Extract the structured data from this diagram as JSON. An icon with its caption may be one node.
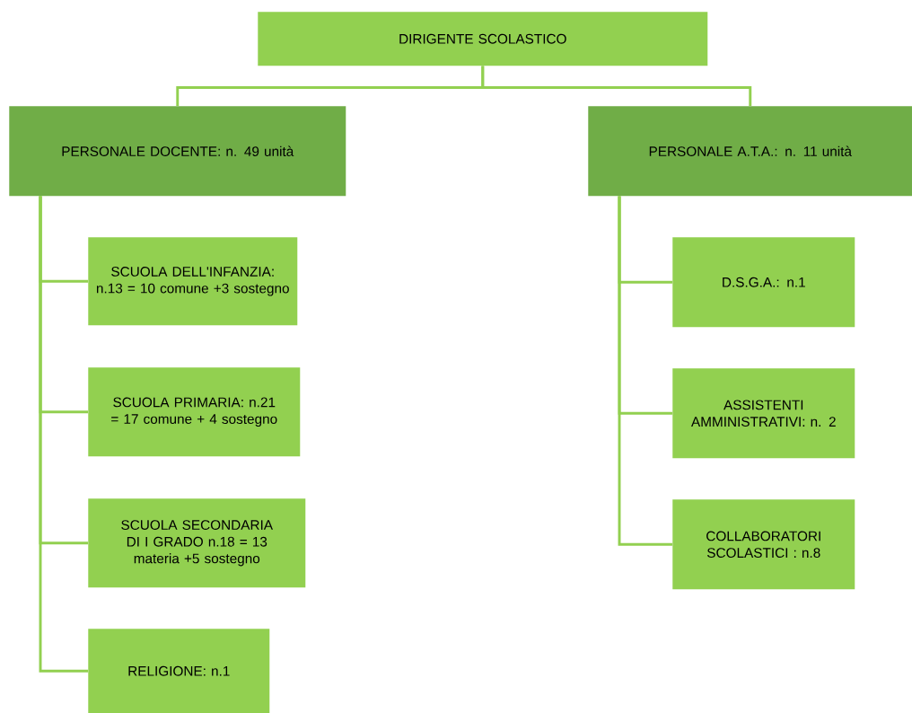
{
  "diagram": {
    "nodes": [
      {
        "text": [
          "DIRIGENTE SCOLASTICO"
        ]
      },
      {
        "text": [
          "PERSONALE DOCENTE: n. 49 unità"
        ]
      },
      {
        "text": [
          "PERSONALE A.T.A.:  n. 11 unità"
        ]
      },
      {
        "text": [
          "SCUOLA DELL'INFANZIA: n.13 = 10 comune +3 sostegno"
        ]
      },
      {
        "text": [
          "SCUOLA PRIMARIA: n.21 = 17 comune + 4 sostegno"
        ]
      },
      {
        "text": [
          "SCUOLA SECONDARIA DI I GRADO  n.18 = 13 materia +5 sostegno"
        ]
      },
      {
        "text": [
          "RELIGIONE: n.1"
        ]
      },
      {
        "text": [
          "D.S.G.A.: n.1"
        ]
      },
      {
        "text": [
          "ASSISTENTI AMMINISTRATIVI: n. 2"
        ]
      },
      {
        "text": [
          "COLLABORATORI SCOLASTICI : n.8"
        ]
      }
    ],
    "edges": [
      {
        "from": 0,
        "to": 1,
        "arrow": "none"
      },
      {
        "from": 0,
        "to": 2,
        "arrow": "none"
      },
      {
        "from": 1,
        "to": 3,
        "arrow": "none"
      },
      {
        "from": 1,
        "to": 4,
        "arrow": "none"
      },
      {
        "from": 1,
        "to": 5,
        "arrow": "none"
      },
      {
        "from": 1,
        "to": 6,
        "arrow": "none"
      },
      {
        "from": 2,
        "to": 7,
        "arrow": "none"
      },
      {
        "from": 2,
        "to": 8,
        "arrow": "none"
      },
      {
        "from": 2,
        "to": 9,
        "arrow": "none"
      }
    ]
  }
}
